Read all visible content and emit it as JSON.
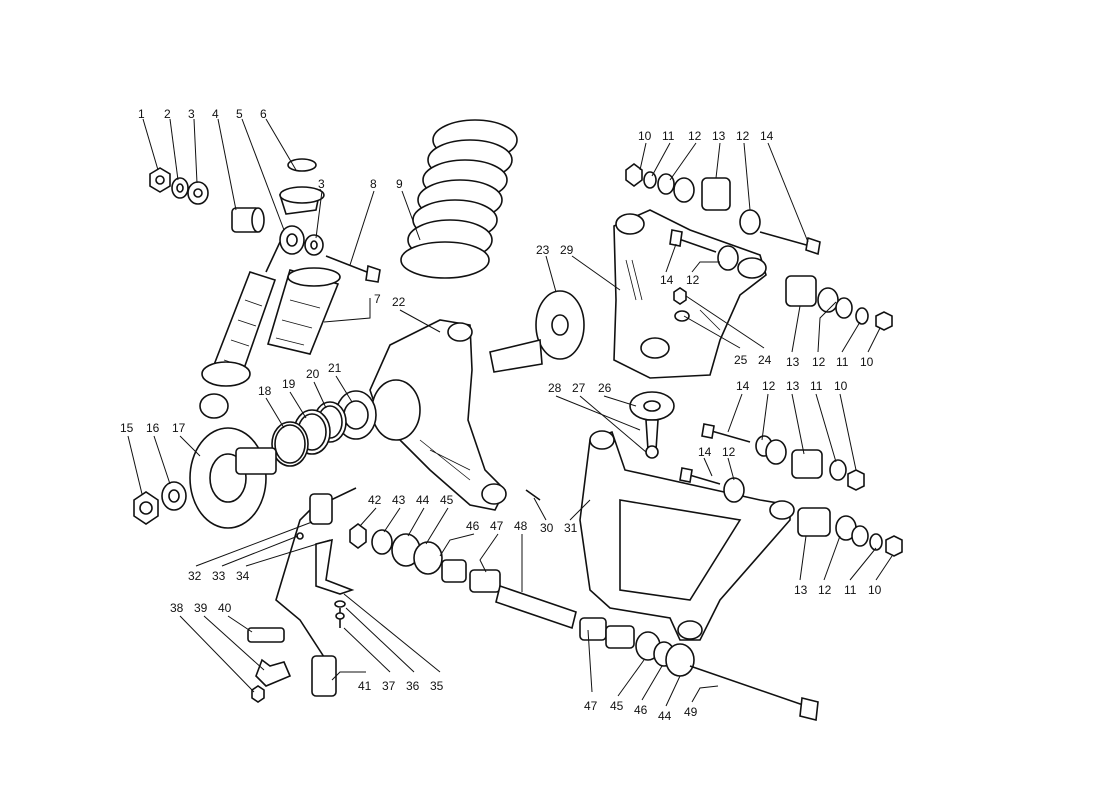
{
  "diagram": {
    "callouts": [
      "1",
      "2",
      "3",
      "4",
      "5",
      "6",
      "3",
      "8",
      "9",
      "7",
      "22",
      "21",
      "20",
      "19",
      "18",
      "15",
      "16",
      "17",
      "32",
      "33",
      "34",
      "42",
      "43",
      "44",
      "45",
      "46",
      "47",
      "48",
      "30",
      "31",
      "38",
      "39",
      "40",
      "41",
      "37",
      "36",
      "35",
      "10",
      "11",
      "12",
      "13",
      "12",
      "14",
      "23",
      "29",
      "14",
      "12",
      "25",
      "24",
      "13",
      "12",
      "11",
      "10",
      "28",
      "27",
      "26",
      "14",
      "12",
      "13",
      "11",
      "10",
      "14",
      "12",
      "13",
      "12",
      "11",
      "10",
      "47",
      "45",
      "46",
      "44",
      "49"
    ]
  }
}
